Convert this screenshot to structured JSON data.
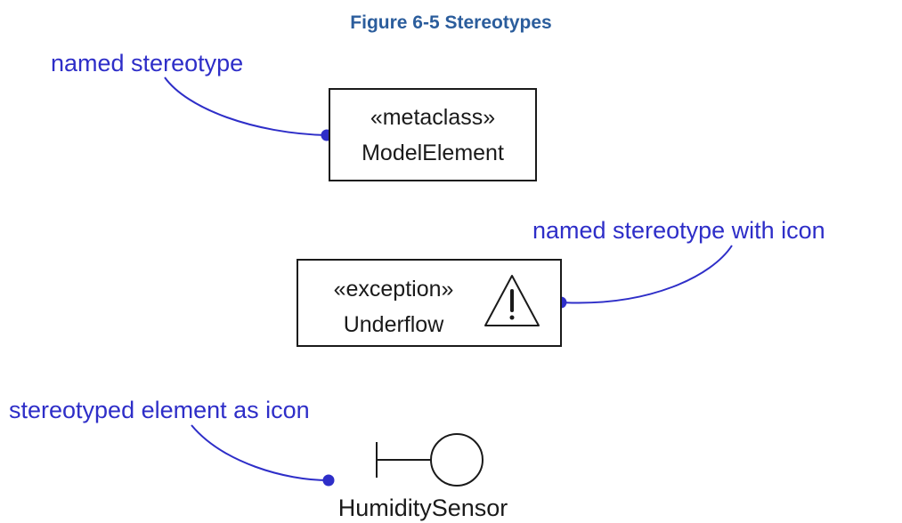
{
  "figure": {
    "title": "Figure 6-5 Stereotypes"
  },
  "callouts": {
    "named_stereotype": "named stereotype",
    "named_stereotype_with_icon": "named stereotype with icon",
    "stereotyped_element_as_icon": "stereotyped element as icon"
  },
  "elements": {
    "model_element": {
      "stereotype": "«metaclass»",
      "name": "ModelElement"
    },
    "underflow": {
      "stereotype": "«exception»",
      "name": "Underflow",
      "icon": "warning-triangle-icon"
    },
    "humidity_sensor": {
      "name": "HumiditySensor",
      "icon": "boundary-icon"
    }
  },
  "colors": {
    "title": "#2b5d9c",
    "callout": "#2e2ec8",
    "line": "#1a1a1a"
  }
}
